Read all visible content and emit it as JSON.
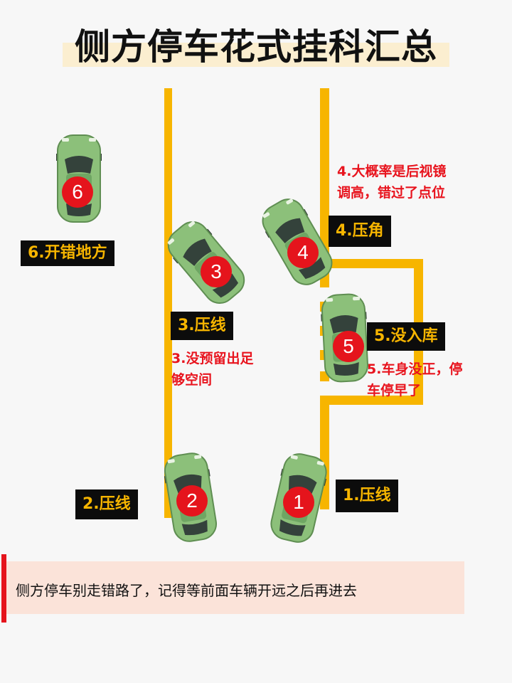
{
  "title": "侧方停车花式挂科汇总",
  "colors": {
    "line": "#f7b500",
    "car": "#8cc07a",
    "badge": "#e5141c",
    "label_bg": "#0c0c0c",
    "note": "#e8141e"
  },
  "cars": [
    {
      "number": "1"
    },
    {
      "number": "2"
    },
    {
      "number": "3"
    },
    {
      "number": "4"
    },
    {
      "number": "5"
    },
    {
      "number": "6"
    }
  ],
  "labels": {
    "car1": "1.压线",
    "car2": "2.压线",
    "car3": "3.压线",
    "car4": "4.压角",
    "car5": "5.没入库",
    "car6": "6.开错地方"
  },
  "notes": {
    "car3": "3.没预留出足\n够空间",
    "car4": "4.大概率是后视镜\n调高，错过了点位",
    "car5": "5.车身没正，停\n车停早了"
  },
  "footer": "侧方停车别走错路了，记得等前面车辆开远之后再进去"
}
